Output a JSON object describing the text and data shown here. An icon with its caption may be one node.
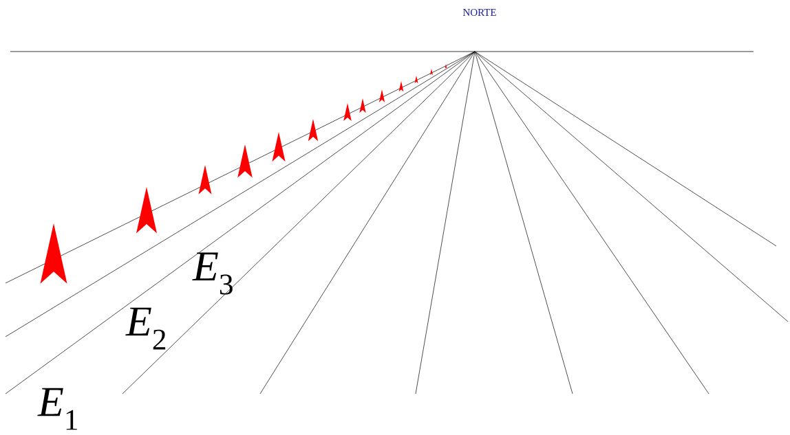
{
  "diagram": {
    "labels": [
      "NORTE",
      "*E*$_{1}$",
      "*E*$_{2}$",
      "*E*$_{3}$"
    ]
  }
}
